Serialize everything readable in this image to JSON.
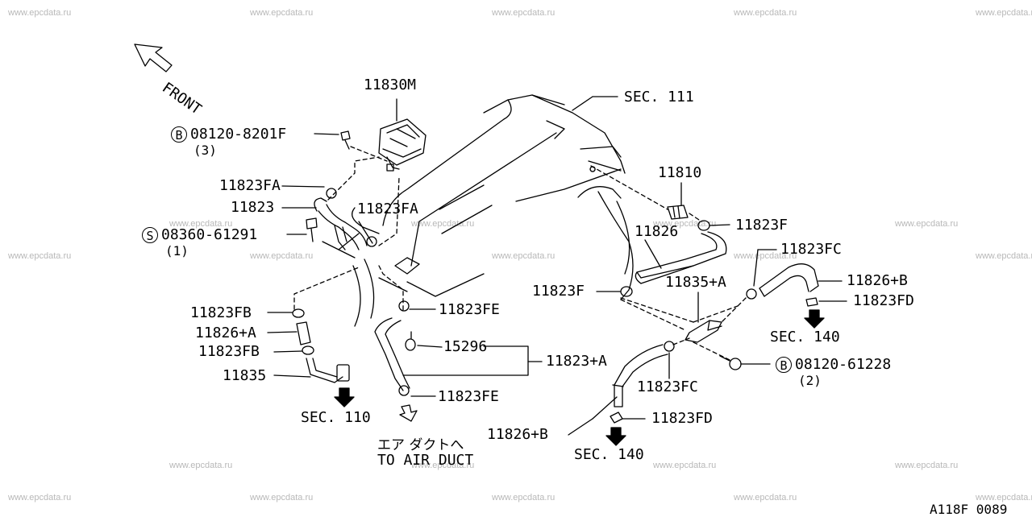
{
  "watermark": "www.epcdata.ru",
  "front_label": "FRONT",
  "parts": {
    "p11830M": "11830M",
    "sec111": "SEC. 111",
    "bolt1_code": "08120-8201F",
    "bolt1_qty": "(3)",
    "p11823FA_1": "11823FA",
    "p11823": "11823",
    "p11823FA_2": "11823FA",
    "screw_code": "08360-61291",
    "screw_qty": "(1)",
    "p11810": "11810",
    "p11823F_1": "11823F",
    "p11826": "11826",
    "p11823FC_1": "11823FC",
    "p11835A": "11835+A",
    "p11826B_1": "11826+B",
    "p11823F_2": "11823F",
    "p11823FD_1": "11823FD",
    "p11823FB_1": "11823FB",
    "p11823FE_1": "11823FE",
    "sec140_1": "SEC. 140",
    "p11826A": "11826+A",
    "p15296": "15296",
    "p11823A": "11823+A",
    "bolt2_code": "08120-61228",
    "bolt2_qty": "(2)",
    "p11823FB_2": "11823FB",
    "p11835": "11835",
    "p11823FC_2": "11823FC",
    "p11823FE_2": "11823FE",
    "sec110": "SEC. 110",
    "p11823FD_2": "11823FD",
    "p11826B_2": "11826+B",
    "sec140_2": "SEC. 140",
    "air_duct_jp": "エア  ダクトへ",
    "air_duct_en": "TO AIR DUCT",
    "diagram_id": "A118F 0089"
  },
  "symbols": {
    "bolt": "B",
    "screw": "S"
  }
}
